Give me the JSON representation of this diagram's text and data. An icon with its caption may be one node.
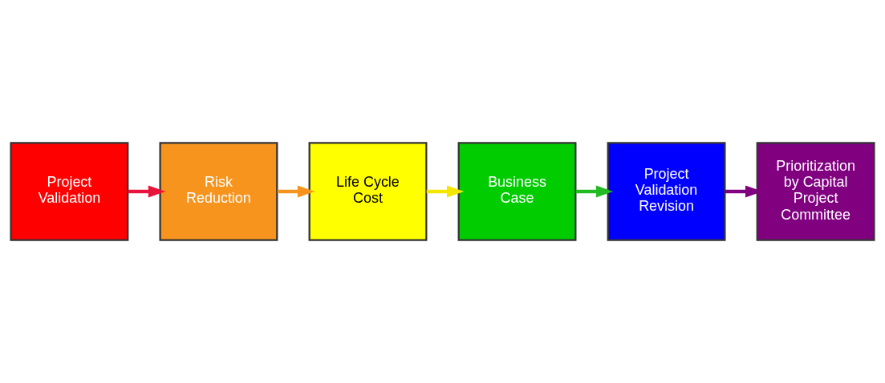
{
  "diagram": {
    "nodes": [
      {
        "text": [
          "Project Validation"
        ]
      },
      {
        "text": [
          "Risk Reduction"
        ]
      },
      {
        "text": [
          "Life Cycle Cost"
        ]
      },
      {
        "text": [
          "Business Case"
        ]
      },
      {
        "text": [
          "Project Validation Revision"
        ]
      },
      {
        "text": [
          "Prioritization by Capital Project Committee"
        ]
      }
    ],
    "edges": [
      {
        "from": 0,
        "to": 1,
        "arrow": "to",
        "color": "#e8143c"
      },
      {
        "from": 1,
        "to": 2,
        "arrow": "to",
        "color": "#f7941d"
      },
      {
        "from": 2,
        "to": 3,
        "arrow": "to",
        "color": "#f5e600"
      },
      {
        "from": 3,
        "to": 4,
        "arrow": "to",
        "color": "#22bb22"
      },
      {
        "from": 4,
        "to": 5,
        "arrow": "to",
        "color": "#800080"
      }
    ]
  }
}
